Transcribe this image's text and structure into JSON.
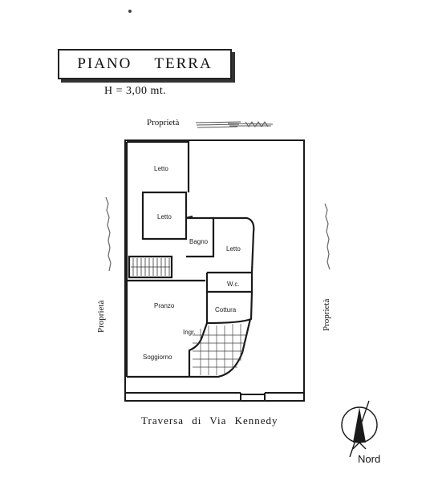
{
  "header": {
    "title_left": "PIANO",
    "title_right": "TERRA",
    "height": "H = 3,00 mt."
  },
  "boundaries": {
    "top": "Proprietà",
    "left": "Proprietà",
    "right": "Proprietà",
    "bottom_street": "Traversa di Via Kennedy"
  },
  "rooms": {
    "letto1": "Letto",
    "letto2": "Letto",
    "letto3": "Letto",
    "bagno": "Bagno",
    "wc": "W.c.",
    "cottura": "Cottura",
    "pranzo": "Pranzo",
    "ingr": "Ingr.",
    "soggiorno": "Soggiorno"
  },
  "compass": {
    "label": "Nord"
  },
  "colors": {
    "line": "#1a1a1a",
    "hatch": "#444444"
  }
}
